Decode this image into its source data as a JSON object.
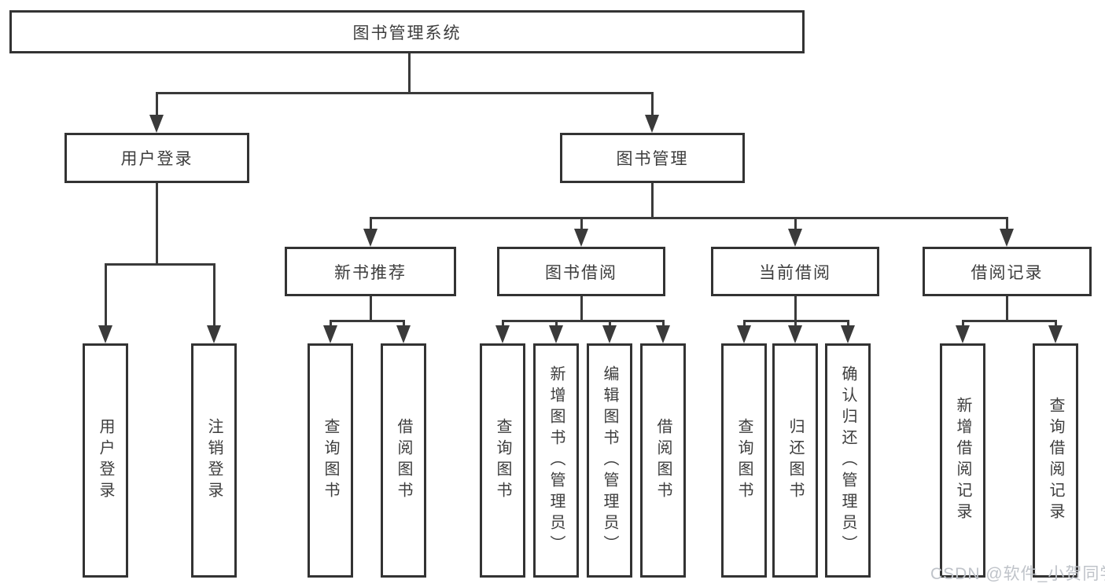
{
  "diagram": {
    "root": {
      "label": "图书管理系统"
    },
    "branches": [
      {
        "label": "用户登录",
        "children": [
          {
            "label": "用户登录"
          },
          {
            "label": "注销登录"
          }
        ]
      },
      {
        "label": "图书管理",
        "children": [
          {
            "label": "新书推荐",
            "children": [
              {
                "label": "查询图书"
              },
              {
                "label": "借阅图书"
              }
            ]
          },
          {
            "label": "图书借阅",
            "children": [
              {
                "label": "查询图书"
              },
              {
                "label": "新增图书（管理员）"
              },
              {
                "label": "编辑图书（管理员）"
              },
              {
                "label": "借阅图书"
              }
            ]
          },
          {
            "label": "当前借阅",
            "children": [
              {
                "label": "查询图书"
              },
              {
                "label": "归还图书"
              },
              {
                "label": "确认归还（管理员）"
              }
            ]
          },
          {
            "label": "借阅记录",
            "children": [
              {
                "label": "新增借阅记录"
              },
              {
                "label": "查询借阅记录"
              }
            ]
          }
        ]
      }
    ]
  },
  "watermark": {
    "text": "CSDN @软件_小贺同学"
  },
  "colors": {
    "line": "#3a3a3a",
    "border": "#333333",
    "text": "#3d3d3d",
    "background": "#ffffff",
    "watermark": "#bfc3c9"
  }
}
